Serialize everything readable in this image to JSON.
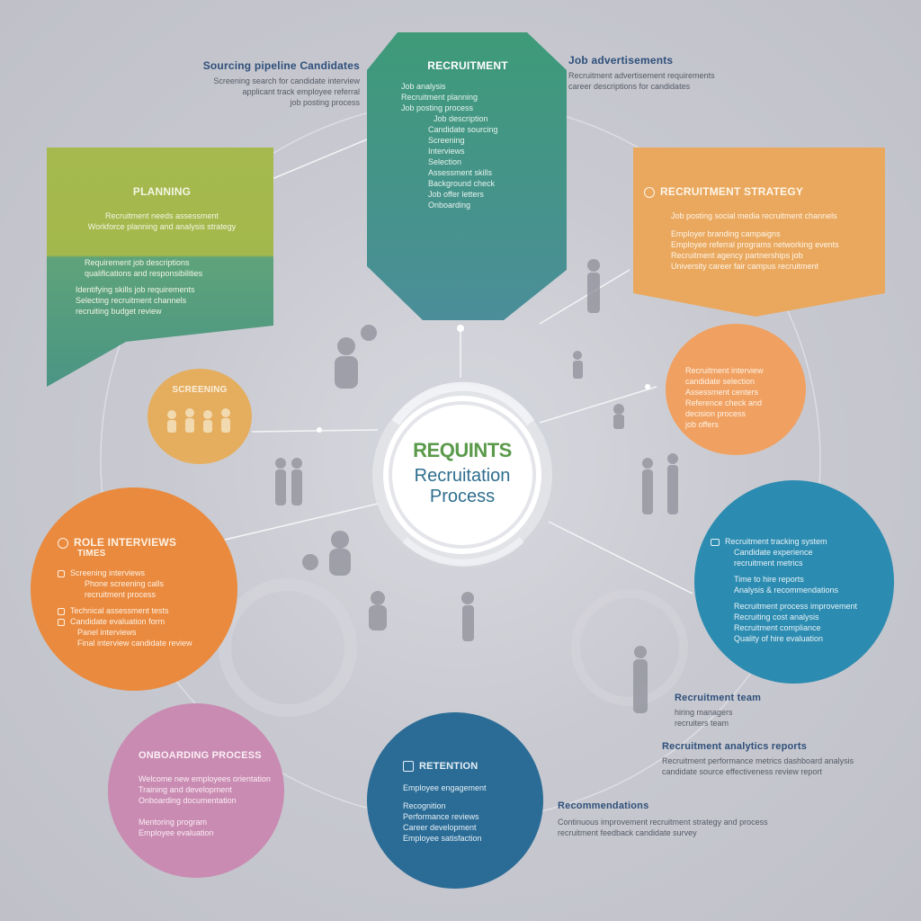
{
  "colors": {
    "background": "#c9cad1",
    "green": "#9cb54a",
    "teal": "#4f9a8e",
    "orange_box": "#e9a85e",
    "orange_circle": "#e98a3e",
    "yellow_circle": "#e7aa52",
    "peach_circle": "#f0a060",
    "blue_circle": "#2c8bb0",
    "pink_circle": "#c98bb2",
    "navy_circle": "#2b6c96",
    "center_text_green": "#5a9a4a",
    "center_text_blue": "#2e6e8e"
  },
  "center": {
    "heading": "REQUINTS",
    "line1": "Recruitation",
    "line2": "Process"
  },
  "top_left_note": {
    "title": "Sourcing pipeline Candidates",
    "lines": [
      "Screening search for candidate interview",
      "applicant track employee referral",
      "job posting process"
    ]
  },
  "top_right_note": {
    "title": "Job advertisements",
    "lines": [
      "Recruitment advertisement requirements",
      "career descriptions for candidates"
    ]
  },
  "teal_box": {
    "title": "RECRUITMENT",
    "lines": [
      "Job analysis",
      "Recruitment planning",
      "Job posting process",
      "Job description",
      "Candidate sourcing",
      "Screening",
      "Interviews",
      "Selection",
      "Assessment skills",
      "Background check",
      "Job offer letters",
      "Onboarding"
    ]
  },
  "green_box": {
    "title": "PLANNING",
    "subtitle1": "Recruitment needs assessment",
    "subtitle2": "Workforce planning and analysis strategy",
    "lines": [
      "Requirement job descriptions",
      "qualifications and responsibilities",
      "Identifying skills job requirements",
      "Selecting recruitment channels",
      "recruiting budget review"
    ]
  },
  "orange_box": {
    "title": "RECRUITMENT STRATEGY",
    "lines": [
      "Job posting social media recruitment channels",
      "Employer branding campaigns",
      "Employee referral programs networking events",
      "Recruitment agency partnerships job",
      "University career fair campus recruitment"
    ]
  },
  "peach_circle": {
    "lines": [
      "Recruitment interview",
      "candidate selection",
      "Assessment centers",
      "Reference check and",
      "decision process",
      "job offers"
    ]
  },
  "yellow_circle": {
    "title": "SCREENING"
  },
  "orange_circle": {
    "title": "ROLE INTERVIEWS",
    "subtitle": "TIMES",
    "lines": [
      "Screening interviews",
      "Phone screening calls",
      "recruitment process",
      "Technical assessment tests",
      "Candidate evaluation form",
      "Panel interviews",
      "Final interview candidate review"
    ]
  },
  "blue_circle": {
    "lines": [
      "Recruitment tracking system",
      "Candidate experience",
      "recruitment metrics",
      "Time to hire reports",
      "Analysis & recommendations",
      "Recruitment process improvement",
      "Recruiting cost analysis",
      "Recruitment compliance",
      "Quality of hire evaluation"
    ]
  },
  "pink_circle": {
    "title": "ONBOARDING PROCESS",
    "lines": [
      "Welcome new employees orientation",
      "Training and development",
      "Onboarding documentation",
      "Mentoring program",
      "Employee evaluation"
    ]
  },
  "navy_circle": {
    "title": "RETENTION",
    "lines": [
      "Employee engagement",
      "Recognition",
      "Performance reviews",
      "Career development",
      "Employee satisfaction"
    ]
  },
  "mid_right_note": {
    "title": "Recruitment team",
    "lines": [
      "hiring managers",
      "recruiters team"
    ]
  },
  "lower_right_note": {
    "title": "Recruitment analytics reports",
    "lines": [
      "Recruitment performance metrics dashboard analysis",
      "candidate source effectiveness review report"
    ]
  },
  "bottom_right_note": {
    "title": "Recommendations",
    "lines": [
      "Continuous improvement recruitment strategy and process",
      "recruitment feedback candidate survey"
    ]
  }
}
